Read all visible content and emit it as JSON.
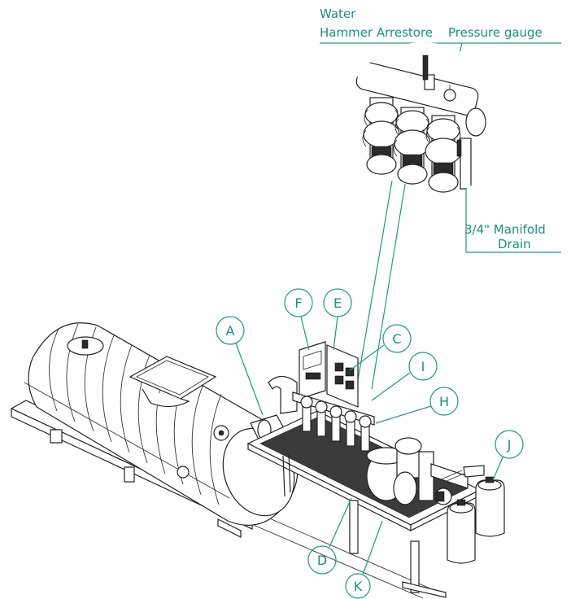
{
  "colors": {
    "accent": "#15947c",
    "ink": "#222222",
    "background": "#ffffff"
  },
  "callouts": {
    "water": "Water",
    "hammer_arrestor": "Hammer Arrestore",
    "pressure_gauge": "Pressure gauge",
    "drain_line1": "3/4\" Manifold",
    "drain_line2": "Drain"
  },
  "markers": {
    "A": "A",
    "C": "C",
    "D": "D",
    "E": "E",
    "F": "F",
    "H": "H",
    "I": "I",
    "J": "J",
    "K": "K"
  }
}
